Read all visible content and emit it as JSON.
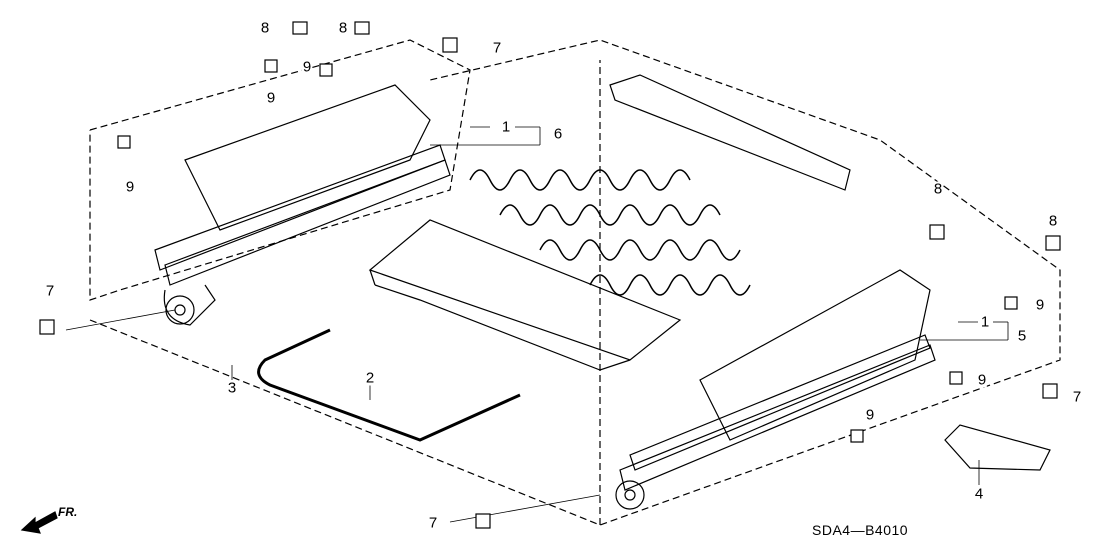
{
  "diagram_code": "SDA4—B4010",
  "direction_marker": "FR.",
  "callouts": [
    {
      "id": "c1",
      "text": "8"
    },
    {
      "id": "c2",
      "text": "8"
    },
    {
      "id": "c3",
      "text": "7"
    },
    {
      "id": "c4",
      "text": "9"
    },
    {
      "id": "c5",
      "text": "9"
    },
    {
      "id": "c6",
      "text": "1"
    },
    {
      "id": "c7",
      "text": "6"
    },
    {
      "id": "c8",
      "text": "9"
    },
    {
      "id": "c9",
      "text": "8"
    },
    {
      "id": "c10",
      "text": "8"
    },
    {
      "id": "c11",
      "text": "7"
    },
    {
      "id": "c12",
      "text": "9"
    },
    {
      "id": "c13",
      "text": "1"
    },
    {
      "id": "c14",
      "text": "5"
    },
    {
      "id": "c15",
      "text": "2"
    },
    {
      "id": "c16",
      "text": "3"
    },
    {
      "id": "c17",
      "text": "9"
    },
    {
      "id": "c18",
      "text": "7"
    },
    {
      "id": "c19",
      "text": "9"
    },
    {
      "id": "c20",
      "text": "4"
    },
    {
      "id": "c21",
      "text": "7"
    }
  ]
}
